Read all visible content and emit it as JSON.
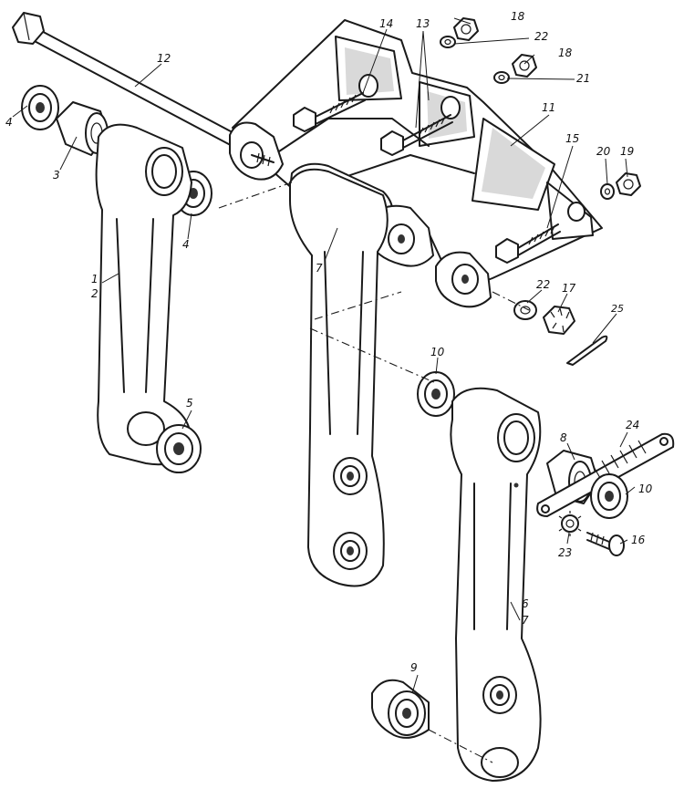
{
  "labels": [
    {
      "id": "l1",
      "text": "1"
    },
    {
      "id": "l2",
      "text": "2"
    },
    {
      "id": "l3",
      "text": "3"
    },
    {
      "id": "l4a",
      "text": "4"
    },
    {
      "id": "l4b",
      "text": "4"
    },
    {
      "id": "l5",
      "text": "5"
    },
    {
      "id": "l6",
      "text": "6"
    },
    {
      "id": "l7a",
      "text": "7"
    },
    {
      "id": "l7b",
      "text": "7"
    },
    {
      "id": "l8",
      "text": "8"
    },
    {
      "id": "l9",
      "text": "9"
    },
    {
      "id": "l10a",
      "text": "10"
    },
    {
      "id": "l10b",
      "text": "10"
    },
    {
      "id": "l11",
      "text": "11"
    },
    {
      "id": "l12",
      "text": "12"
    },
    {
      "id": "l13",
      "text": "13"
    },
    {
      "id": "l14",
      "text": "14"
    },
    {
      "id": "l15",
      "text": "15"
    },
    {
      "id": "l16",
      "text": "16"
    },
    {
      "id": "l17",
      "text": "17"
    },
    {
      "id": "l18a",
      "text": "18"
    },
    {
      "id": "l18b",
      "text": "18"
    },
    {
      "id": "l19",
      "text": "19"
    },
    {
      "id": "l20",
      "text": "20"
    },
    {
      "id": "l21",
      "text": "21"
    },
    {
      "id": "l22a",
      "text": "22"
    },
    {
      "id": "l22b",
      "text": "22"
    },
    {
      "id": "l23",
      "text": "23"
    },
    {
      "id": "l24",
      "text": "24"
    },
    {
      "id": "l25",
      "text": "25"
    }
  ]
}
